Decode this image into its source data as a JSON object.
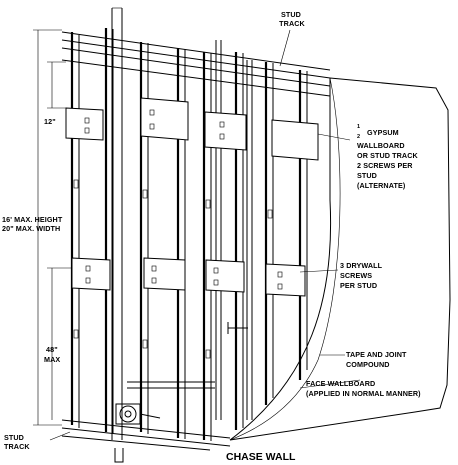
{
  "labels": {
    "stud_track_top": [
      "STUD",
      "TRACK"
    ],
    "gypsum": [
      "1",
      "2",
      "GYPSUM",
      "WALLBOARD",
      "OR STUD TRACK",
      "2 SCREWS PER",
      "STUD",
      "(ALTERNATE)"
    ],
    "drywall_screws": [
      "3 DRYWALL",
      "SCREWS",
      "PER STUD"
    ],
    "tape": [
      "TAPE AND JOINT",
      "COMPOUND"
    ],
    "face_wallboard": [
      "FACE WALLBOARD",
      "(APPLIED IN NORMAL MANNER)"
    ],
    "max_height": "16' MAX. HEIGHT",
    "max_width": "20\" MAX. WIDTH",
    "dim_12": "12\"",
    "dim_48": [
      "48\"",
      "MAX"
    ],
    "stud_track_bottom": [
      "STUD",
      "TRACK"
    ],
    "title": "CHASE WALL"
  },
  "colors": {
    "ink": "#000000",
    "paper": "#ffffff"
  }
}
